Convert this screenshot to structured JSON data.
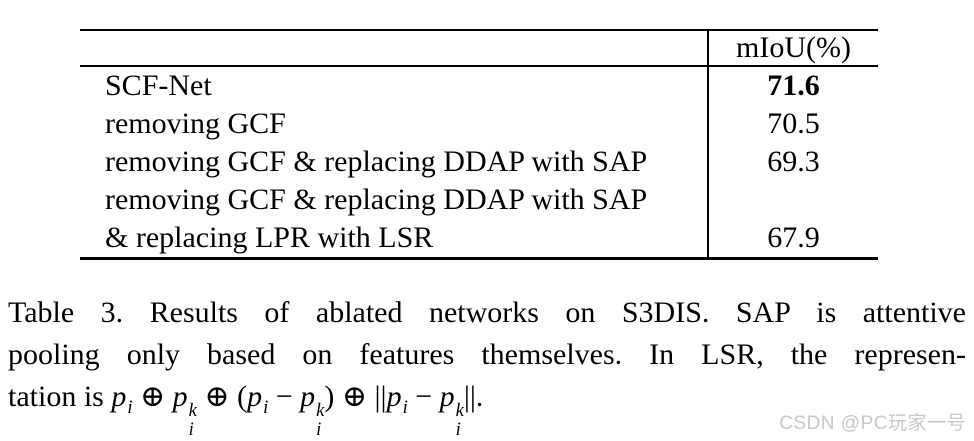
{
  "page": {
    "background": "#ffffff",
    "text_color": "#000000",
    "rule_color": "#000000"
  },
  "table": {
    "header": {
      "metric_label": "mIoU(%)"
    },
    "rows": [
      {
        "label": "SCF-Net",
        "value": "71.6",
        "bold": true
      },
      {
        "label": "removing GCF",
        "value": "70.5",
        "bold": false
      },
      {
        "label": "removing GCF & replacing DDAP with SAP",
        "value": "69.3",
        "bold": false
      },
      {
        "label": "removing GCF & replacing DDAP with SAP",
        "value": "",
        "bold": false
      },
      {
        "label": "& replacing LPR with LSR",
        "value": "67.9",
        "bold": false
      }
    ]
  },
  "caption": {
    "line1": "Table 3. Results of ablated networks on S3DIS. SAP is attentive",
    "line2": "pooling only based on features themselves. In LSR, the represen-",
    "line3_tokens": [
      {
        "t": "txt",
        "v": "tation is "
      },
      {
        "t": "var",
        "base": "p",
        "sub": "i"
      },
      {
        "t": "txt",
        "v": " ⊕ "
      },
      {
        "t": "var",
        "base": "p",
        "sub": "i",
        "sup": "k"
      },
      {
        "t": "txt",
        "v": " ⊕ ("
      },
      {
        "t": "var",
        "base": "p",
        "sub": "i"
      },
      {
        "t": "txt",
        "v": " − "
      },
      {
        "t": "var",
        "base": "p",
        "sub": "i",
        "sup": "k"
      },
      {
        "t": "txt",
        "v": ") ⊕ ||"
      },
      {
        "t": "var",
        "base": "p",
        "sub": "i"
      },
      {
        "t": "txt",
        "v": " − "
      },
      {
        "t": "var",
        "base": "p",
        "sub": "i",
        "sup": "k"
      },
      {
        "t": "txt",
        "v": "||."
      }
    ]
  },
  "watermark": {
    "text": "CSDN @PC玩家一号",
    "color": "#c8c8c8"
  }
}
